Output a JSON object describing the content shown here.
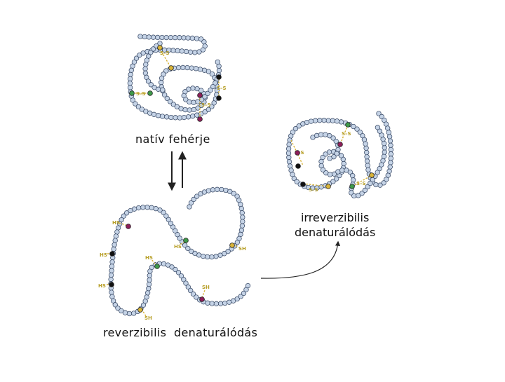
{
  "labels": {
    "native": "natív fehérje",
    "irreversible_line1": "irreverzibilis",
    "irreversible_line2": "denaturálódás",
    "reversible": "reverzibilis  denaturálódás"
  },
  "bond_text": {
    "disulfide": "S–S",
    "thiol_right": "SH",
    "thiol_left": "HS"
  },
  "colors": {
    "bead_fill": "#c5d3e6",
    "bead_stroke": "#2e3f5c",
    "disulfide_yellow": "#d8b43a",
    "cys_green": "#3f9a4a",
    "cys_purple": "#8e1f5a",
    "cys_black": "#111111",
    "arrow": "#222222"
  },
  "icons": [
    "equilibrium-arrows-icon",
    "curved-arrow-icon"
  ]
}
